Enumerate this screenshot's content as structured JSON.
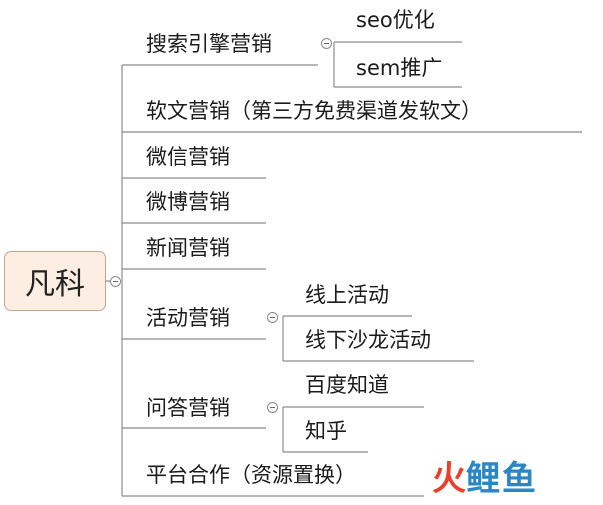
{
  "root": {
    "label": "凡科"
  },
  "branches": [
    {
      "label": "搜索引擎营销",
      "children": [
        "seo优化",
        "sem推广"
      ]
    },
    {
      "label": "软文营销（第三方免费渠道发软文）",
      "children": []
    },
    {
      "label": "微信营销",
      "children": []
    },
    {
      "label": "微博营销",
      "children": []
    },
    {
      "label": "新闻营销",
      "children": []
    },
    {
      "label": "活动营销",
      "children": [
        "线上活动",
        "线下沙龙活动"
      ]
    },
    {
      "label": "问答营销",
      "children": [
        "百度知道",
        "知乎"
      ]
    },
    {
      "label": "平台合作（资源置换）",
      "children": []
    }
  ],
  "watermark": {
    "fire": "火",
    "text": "鲤鱼"
  },
  "colors": {
    "line": "#8c8c8c",
    "root_fill": "#fdeee4",
    "root_border": "#c7a48c",
    "watermark_red": "#e8402c",
    "watermark_blue": "#2a86c5"
  }
}
